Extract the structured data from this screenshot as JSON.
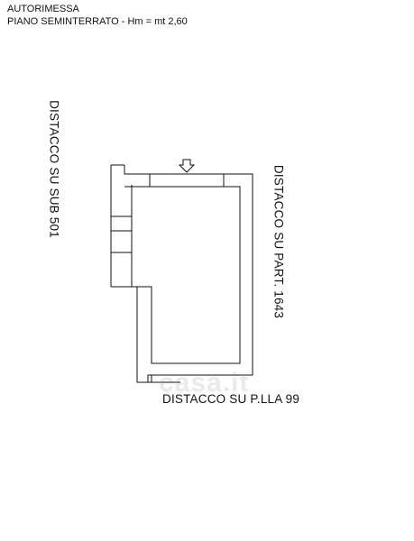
{
  "title": {
    "line1": "AUTORIMESSA",
    "line2": "PIANO SEMINTERRATO - Hm = mt 2,60"
  },
  "labels": {
    "left": "DISTACCO SU SUB 501",
    "right": "DISTACCO SU PART. 1643",
    "bottom": "DISTACCO SU P.LLA 99"
  },
  "watermark": "casa.it",
  "icons": {
    "entrance": "down-arrow-icon"
  },
  "colors": {
    "line": "#111111",
    "background": "#ffffff"
  }
}
